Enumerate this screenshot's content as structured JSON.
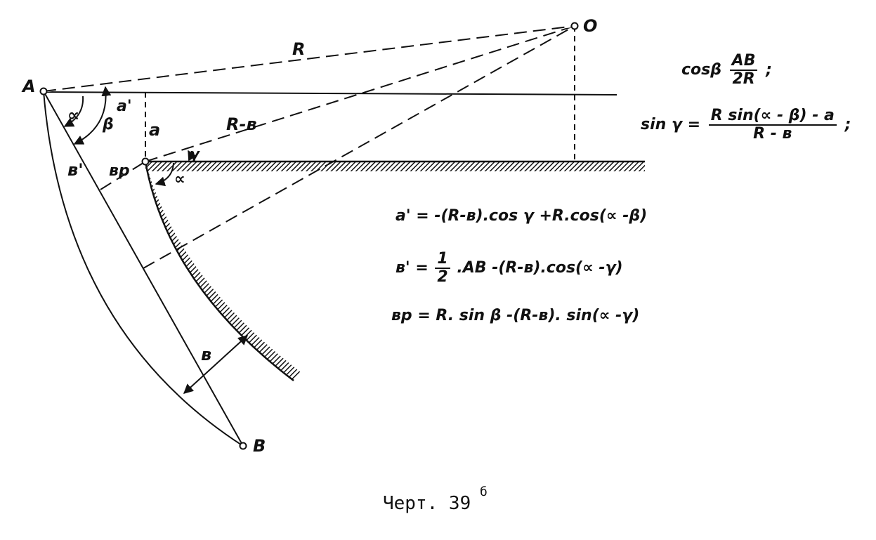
{
  "diagram": {
    "points": {
      "A": "A",
      "O": "O",
      "B": "B",
      "bp": "вр"
    },
    "labels": {
      "R": "R",
      "R_minus_b": "R-в",
      "a_prime": "a'",
      "a": "a",
      "b_prime": "в'",
      "b": "в",
      "alpha": "∝",
      "alpha_bottom": "∝",
      "beta": "β",
      "gamma": "γ"
    }
  },
  "formulas": {
    "f1": {
      "lhs": "cosβ",
      "num": "AB",
      "den": "2R",
      "end": ";"
    },
    "f2": {
      "lhs": "sin γ =",
      "num": "R sin(∝ - β) - a",
      "den": "R - в",
      "end": ";"
    },
    "f3": "a' = -(R-в).cos γ +R.cos(∝ -β)",
    "f4": {
      "lhs": "в' =",
      "num": "1",
      "den": "2",
      "rest": ".AB -(R-в).cos(∝ -γ)"
    },
    "f5": "вр = R. sin β -(R-в). sin(∝ -γ)"
  },
  "caption": {
    "main": "Черт. 39",
    "sup": "б"
  }
}
